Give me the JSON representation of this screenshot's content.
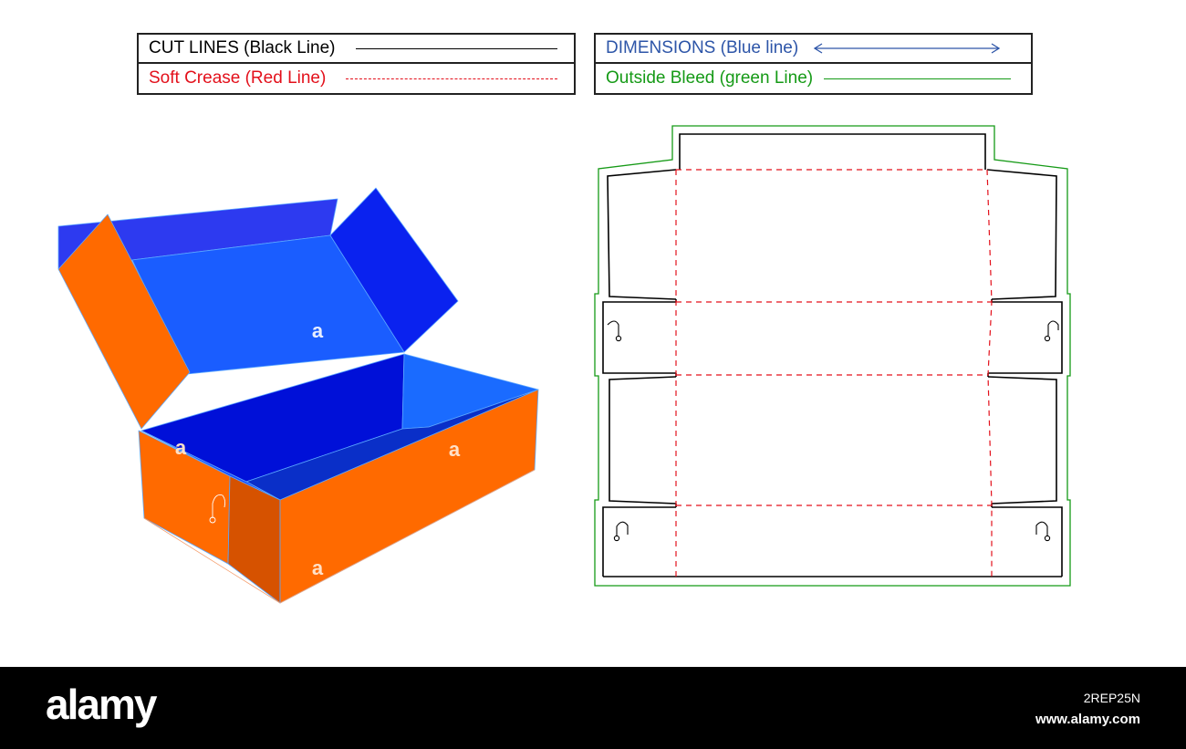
{
  "legend": {
    "cut": {
      "label": "CUT LINES (Black Line)",
      "color": "#000000"
    },
    "crease": {
      "label": "Soft Crease (Red Line)",
      "color": "#e3101b"
    },
    "dimensions": {
      "label": "DIMENSIONS (Blue line)",
      "color": "#2d55a8"
    },
    "bleed": {
      "label": "Outside Bleed (green Line)",
      "color": "#159a16"
    }
  },
  "box_illustration": {
    "face_marks": [
      "a",
      "a",
      "a",
      "a"
    ],
    "colors": {
      "inside": "#0b2ee8",
      "outside": "#ff6a00",
      "shade": "#d65200"
    }
  },
  "footer": {
    "logo": "alamy",
    "image_id": "2REP25N",
    "url": "www.alamy.com"
  }
}
